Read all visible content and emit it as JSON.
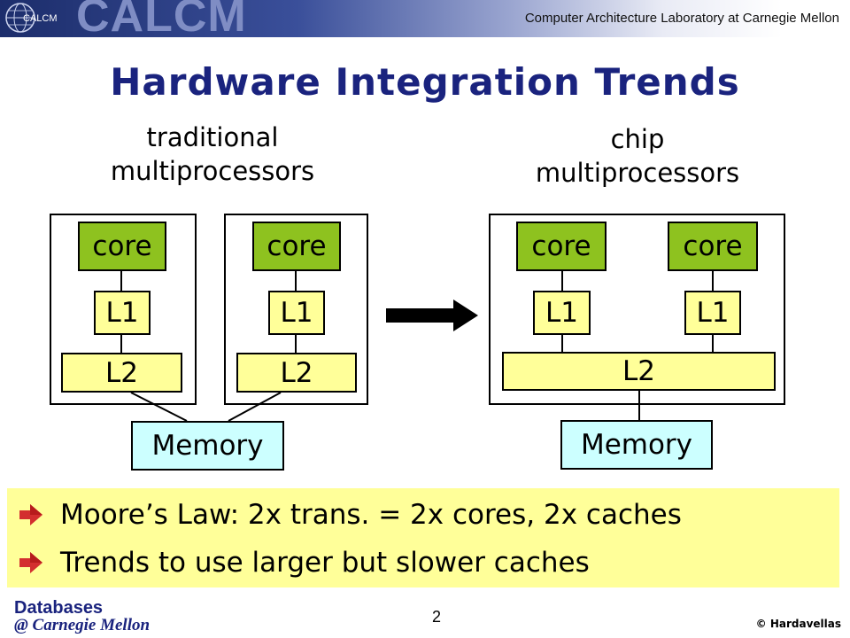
{
  "header": {
    "logo_text": "CALCM",
    "logo_small": "CALCM",
    "lab_name": "Computer Architecture Laboratory at Carnegie Mellon"
  },
  "title": "Hardware Integration Trends",
  "diagram": {
    "left_label": [
      "traditional",
      "multiprocessors"
    ],
    "right_label": [
      "chip",
      "multiprocessors"
    ],
    "core": "core",
    "l1": "L1",
    "l2": "L2",
    "memory": "Memory"
  },
  "bullets": [
    "Moore’s Law: 2x trans. = 2x cores, 2x caches",
    "Trends to use larger but slower caches"
  ],
  "footer": {
    "logo_line1": "Databases",
    "logo_line2": "@ Carnegie Mellon",
    "page_number": "2",
    "copyright": "© Hardavellas"
  },
  "colors": {
    "title": "#1a237e",
    "core": "#8ec21f",
    "cache": "#ffff99",
    "memory": "#ccffff",
    "bullet_box": "#ffff99",
    "bullet_mark": "#d32f2f"
  }
}
